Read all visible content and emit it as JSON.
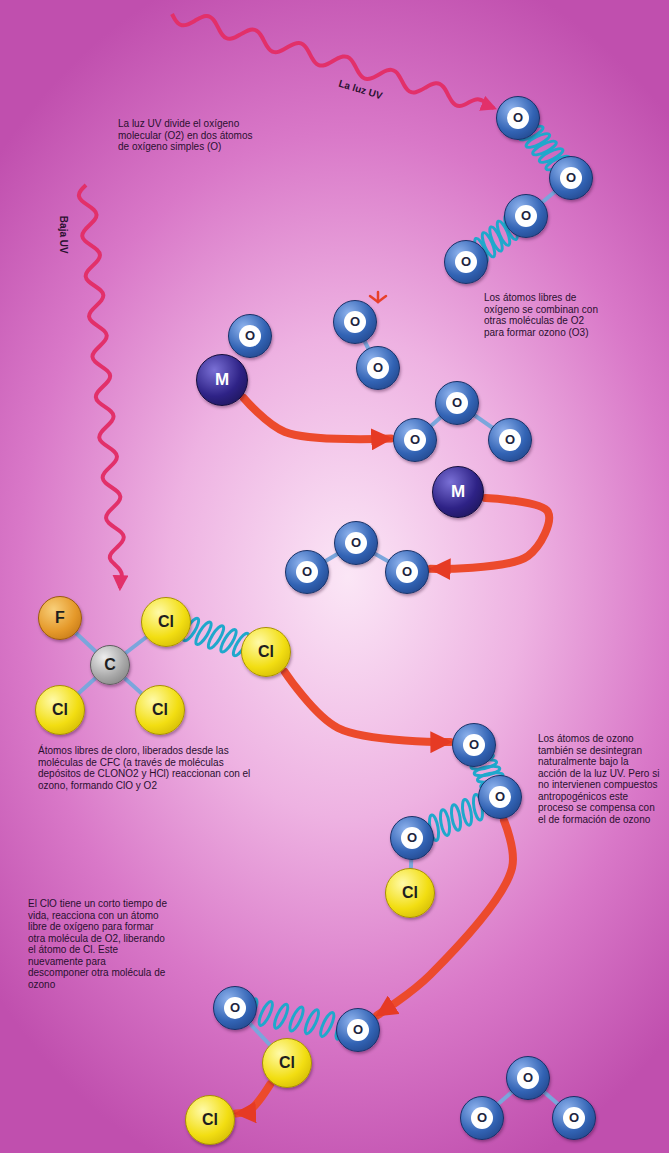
{
  "diagram": {
    "nodes": [
      {
        "text": [
          "O"
        ]
      },
      {
        "text": [
          "O"
        ]
      },
      {
        "text": [
          "O"
        ]
      },
      {
        "text": [
          "O"
        ]
      },
      {
        "text": [
          "O"
        ]
      },
      {
        "text": [
          "O"
        ]
      },
      {
        "text": [
          "O"
        ]
      },
      {
        "text": [
          "M"
        ]
      },
      {
        "text": [
          "O"
        ]
      },
      {
        "text": [
          "O"
        ]
      },
      {
        "text": [
          "O"
        ]
      },
      {
        "text": [
          "M"
        ]
      },
      {
        "text": [
          "O"
        ]
      },
      {
        "text": [
          "O"
        ]
      },
      {
        "text": [
          "O"
        ]
      },
      {
        "text": [
          "F"
        ]
      },
      {
        "text": [
          "Cl"
        ]
      },
      {
        "text": [
          "Cl"
        ]
      },
      {
        "text": [
          "C"
        ]
      },
      {
        "text": [
          "Cl"
        ]
      },
      {
        "text": [
          "Cl"
        ]
      },
      {
        "text": [
          "O"
        ]
      },
      {
        "text": [
          "O"
        ]
      },
      {
        "text": [
          "O"
        ]
      },
      {
        "text": [
          "Cl"
        ]
      },
      {
        "text": [
          "O"
        ]
      },
      {
        "text": [
          "O"
        ]
      },
      {
        "text": [
          "Cl"
        ]
      },
      {
        "text": [
          "O"
        ]
      },
      {
        "text": [
          "Cl"
        ]
      },
      {
        "text": [
          "O"
        ]
      },
      {
        "text": [
          "O"
        ]
      }
    ],
    "edges": [
      {
        "from": 7,
        "to": 9,
        "arrow": "to"
      },
      {
        "from": 11,
        "to": 14,
        "arrow": "to"
      },
      {
        "from": 17,
        "to": 21,
        "arrow": "to"
      },
      {
        "from": 22,
        "to": 26,
        "arrow": "to"
      },
      {
        "from": 27,
        "to": 29,
        "arrow": "to"
      }
    ],
    "labels": [
      "La luz UV",
      "La luz UV divide el oxígeno molecular (O2) en dos átomos de oxígeno simples (O)",
      "Baja UV",
      "Los átomos libres de oxígeno se combinan con otras moléculas de O2 para formar ozono (O3)",
      "Átomos libres de cloro, liberados desde las moléculas de CFC (a través de moléculas depósitos de CLONO2 y HCl) reaccionan con el ozono, formando ClO y O2",
      "Los átomos de ozono también se desintegran naturalmente bajo la acción de la luz UV. Pero si no intervienen compuestos antropogénicos este proceso se compensa con el de formación de ozono",
      "El ClO tiene un corto tiempo de vida, reacciona con un átomo libre de oxígeno para formar otra molécula de O2, liberando el átomo de Cl. Este nuevamente para descomponer otra molécula de ozono"
    ]
  }
}
